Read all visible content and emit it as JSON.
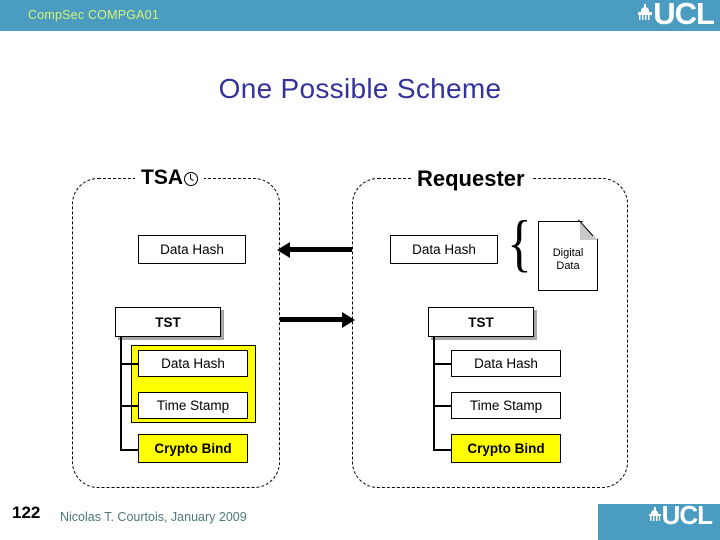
{
  "header": {
    "title": "CompSec COMPGA01",
    "logo_text": "UCL",
    "logo_icon": "ucl-dome-icon",
    "bg_color": "#4a9cc0",
    "title_color": "#d6f07a"
  },
  "slide": {
    "title": "One Possible Scheme",
    "title_color": "#333399"
  },
  "diagram": {
    "parties": [
      {
        "id": "tsa",
        "label": "TSA",
        "icon": "clock-icon"
      },
      {
        "id": "requester",
        "label": "Requester",
        "icon": ""
      }
    ],
    "tsa": {
      "data_hash": "Data Hash",
      "tst": "TST",
      "children": [
        {
          "label": "Data Hash",
          "fill": "#ffffff",
          "highlight": "#FFFF00"
        },
        {
          "label": "Time Stamp",
          "fill": "#ffffff",
          "highlight": "#FFFF00"
        },
        {
          "label": "Crypto Bind",
          "fill": "#FFFF00",
          "bold": true
        }
      ]
    },
    "requester": {
      "data_hash": "Data Hash",
      "tst": "TST",
      "children": [
        {
          "label": "Data Hash",
          "fill": "#ffffff"
        },
        {
          "label": "Time Stamp",
          "fill": "#ffffff"
        },
        {
          "label": "Crypto Bind",
          "fill": "#FFFF00",
          "bold": true
        }
      ],
      "digital_data": "Digital\nData",
      "digital_data_line1": "Digital",
      "digital_data_line2": "Data",
      "brace": "{"
    },
    "arrows": [
      {
        "id": "hash-request",
        "direction": "left"
      },
      {
        "id": "tst-response",
        "direction": "right"
      }
    ],
    "accent_yellow": "#FFFF00"
  },
  "footer": {
    "page_number": "122",
    "author": "Nicolas T. Courtois, January 2009",
    "logo_text": "UCL",
    "logo_icon": "ucl-dome-icon",
    "bg_color": "#4a9cc0",
    "author_color": "#4f7878"
  }
}
